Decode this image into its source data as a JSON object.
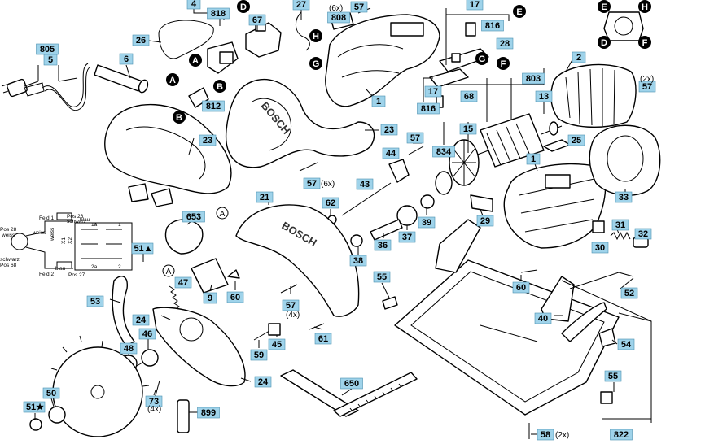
{
  "labels": [
    {
      "text": "4"
    },
    {
      "text": "818"
    },
    {
      "text": "67"
    },
    {
      "text": "27"
    },
    {
      "text": "57"
    },
    {
      "text": "808"
    },
    {
      "text": "17"
    },
    {
      "text": "816"
    },
    {
      "text": "28"
    },
    {
      "text": "805"
    },
    {
      "text": "5"
    },
    {
      "text": "6"
    },
    {
      "text": "26"
    },
    {
      "text": "812"
    },
    {
      "text": "1"
    },
    {
      "text": "17"
    },
    {
      "text": "816"
    },
    {
      "text": "68"
    },
    {
      "text": "803"
    },
    {
      "text": "2"
    },
    {
      "text": "57"
    },
    {
      "text": "13"
    },
    {
      "text": "15"
    },
    {
      "text": "23"
    },
    {
      "text": "23"
    },
    {
      "text": "57"
    },
    {
      "text": "834"
    },
    {
      "text": "25"
    },
    {
      "text": "44"
    },
    {
      "text": "1"
    },
    {
      "text": "57"
    },
    {
      "text": "43"
    },
    {
      "text": "33"
    },
    {
      "text": "21"
    },
    {
      "text": "62"
    },
    {
      "text": "653"
    },
    {
      "text": "39"
    },
    {
      "text": "29"
    },
    {
      "text": "31"
    },
    {
      "text": "37"
    },
    {
      "text": "36"
    },
    {
      "text": "38"
    },
    {
      "text": "30"
    },
    {
      "text": "32"
    },
    {
      "text": "51"
    },
    {
      "text": "47"
    },
    {
      "text": "9"
    },
    {
      "text": "60"
    },
    {
      "text": "55"
    },
    {
      "text": "60"
    },
    {
      "text": "52"
    },
    {
      "text": "53"
    },
    {
      "text": "57"
    },
    {
      "text": "24"
    },
    {
      "text": "61"
    },
    {
      "text": "46"
    },
    {
      "text": "40"
    },
    {
      "text": "48"
    },
    {
      "text": "59"
    },
    {
      "text": "45"
    },
    {
      "text": "54"
    },
    {
      "text": "24"
    },
    {
      "text": "55"
    },
    {
      "text": "650"
    },
    {
      "text": "50"
    },
    {
      "text": "73"
    },
    {
      "text": "51"
    },
    {
      "text": "899"
    },
    {
      "text": "58"
    },
    {
      "text": "822"
    }
  ],
  "markers": [
    {
      "text": "D"
    },
    {
      "text": "H"
    },
    {
      "text": "E"
    },
    {
      "text": "E"
    },
    {
      "text": "H"
    },
    {
      "text": "D"
    },
    {
      "text": "F"
    },
    {
      "text": "A"
    },
    {
      "text": "G"
    },
    {
      "text": "G"
    },
    {
      "text": "F"
    },
    {
      "text": "B"
    },
    {
      "text": "A"
    },
    {
      "text": "B"
    }
  ],
  "circle_markers": [
    {
      "text": "A"
    },
    {
      "text": "A"
    }
  ],
  "notes": {
    "n6x_top": "(6x)",
    "n6x_mid": "(6x)",
    "n2x_top": "(2x)",
    "n4x_57": "(4x)",
    "n4x_73": "(4x)",
    "n2x_58": "(2x)",
    "tri_51": "51▲",
    "star_51": "51★"
  },
  "wiring": {
    "pos28": "Pos 28",
    "weiss1": "weiss",
    "schwarz1": "schwarz",
    "pos68": "Pos 68",
    "feld1": "Feld 1",
    "feld2": "Feld 2",
    "pos26": "Pos 26",
    "schwarz2": "schwarz",
    "blau1": "blau",
    "blau2": "blau",
    "pos27": "Pos 27",
    "weiss2": "weiss",
    "weiss3": "weiss",
    "x1": "X1",
    "x2": "X2",
    "a1": "1a",
    "a2": "2a",
    "n1": "1",
    "n2": "2"
  },
  "brand": {
    "logo": "BOSCH",
    "guard_logo": "BOSCH"
  }
}
